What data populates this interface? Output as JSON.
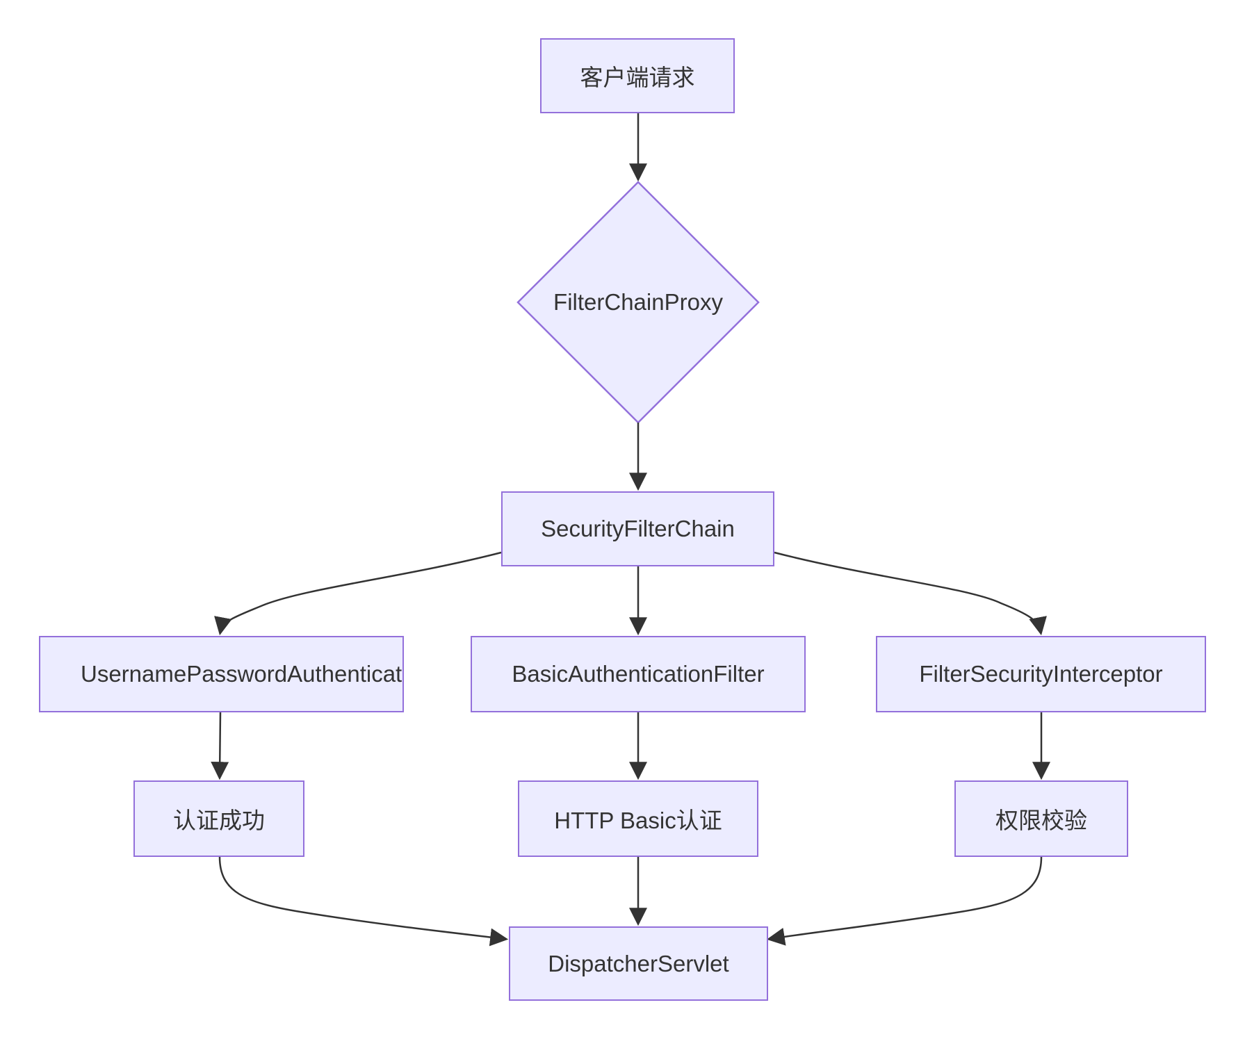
{
  "diagram": {
    "type": "flowchart",
    "direction": "top-down",
    "colors": {
      "node_fill": "#ECECFF",
      "node_border": "#9370DB",
      "edge": "#333333",
      "text": "#333333",
      "background": "#FFFFFF"
    },
    "nodes": {
      "client_request": {
        "label": "客户端请求",
        "shape": "rect"
      },
      "filter_chain_proxy": {
        "label": "FilterChainProxy",
        "shape": "diamond"
      },
      "security_filter_chain": {
        "label": "SecurityFilterChain",
        "shape": "rect"
      },
      "username_password_authentication_filter": {
        "label": "UsernamePasswordAuthenticationFilter",
        "shape": "rect",
        "display": "clipped-right"
      },
      "basic_authentication_filter": {
        "label": "BasicAuthenticationFilter",
        "shape": "rect"
      },
      "filter_security_interceptor": {
        "label": "FilterSecurityInterceptor",
        "shape": "rect"
      },
      "auth_success": {
        "label": "认证成功",
        "shape": "rect"
      },
      "http_basic_auth": {
        "label": "HTTP Basic认证",
        "shape": "rect"
      },
      "permission_check": {
        "label": "权限校验",
        "shape": "rect"
      },
      "dispatcher_servlet": {
        "label": "DispatcherServlet",
        "shape": "rect"
      }
    },
    "edges": [
      {
        "from": "client_request",
        "to": "filter_chain_proxy"
      },
      {
        "from": "filter_chain_proxy",
        "to": "security_filter_chain"
      },
      {
        "from": "security_filter_chain",
        "to": "username_password_authentication_filter"
      },
      {
        "from": "security_filter_chain",
        "to": "basic_authentication_filter"
      },
      {
        "from": "security_filter_chain",
        "to": "filter_security_interceptor"
      },
      {
        "from": "username_password_authentication_filter",
        "to": "auth_success"
      },
      {
        "from": "basic_authentication_filter",
        "to": "http_basic_auth"
      },
      {
        "from": "filter_security_interceptor",
        "to": "permission_check"
      },
      {
        "from": "auth_success",
        "to": "dispatcher_servlet"
      },
      {
        "from": "http_basic_auth",
        "to": "dispatcher_servlet"
      },
      {
        "from": "permission_check",
        "to": "dispatcher_servlet"
      }
    ]
  }
}
